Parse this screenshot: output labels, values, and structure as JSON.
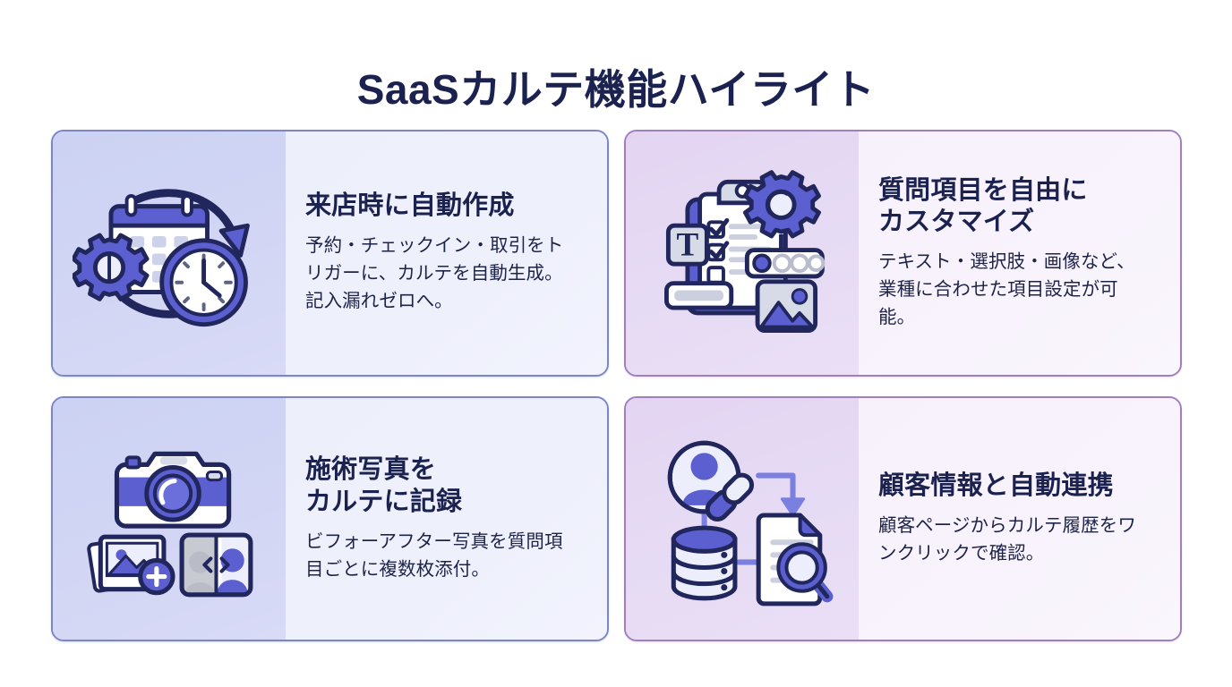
{
  "page": {
    "title": "SaaSカルテ機能ハイライト",
    "background_color": "#ffffff",
    "title_color": "#1b2250"
  },
  "theme": {
    "blue_border": "#7c85c6",
    "blue_icon_pane": "#d2d6f4",
    "blue_text_pane": "#eef0fb",
    "purple_border": "#a07fbe",
    "purple_icon_pane": "#e5daf3",
    "purple_text_pane": "#f7f2fb",
    "accent_indigo": "#5b5fd0",
    "accent_indigo_light": "#7a7fe0",
    "outline_navy": "#21275c",
    "neutral_gray": "#c9ccd8",
    "white": "#ffffff"
  },
  "cards": [
    {
      "id": "auto-create",
      "color_scheme": "blue",
      "icon_name": "calendar-gear-clock-icon",
      "heading": "来店時に自動作成",
      "body": "予約・チェックイン・取引をトリガーに、カルテを自動生成。記入漏れゼロへ。"
    },
    {
      "id": "customize-questions",
      "color_scheme": "purple",
      "icon_name": "clipboard-form-builder-icon",
      "heading": "質問項目を自由に\nカスタマイズ",
      "body": "テキスト・選択肢・画像など、業種に合わせた項目設定が可能。"
    },
    {
      "id": "photo-record",
      "color_scheme": "blue",
      "icon_name": "camera-photo-compare-icon",
      "heading": "施術写真を\nカルテに記録",
      "body": "ビフォーアフター写真を質問項目ごとに複数枚添付。"
    },
    {
      "id": "customer-link",
      "color_scheme": "purple",
      "icon_name": "customer-link-database-document-icon",
      "heading": "顧客情報と自動連携",
      "body": "顧客ページからカルテ履歴をワンクリックで確認。"
    }
  ]
}
